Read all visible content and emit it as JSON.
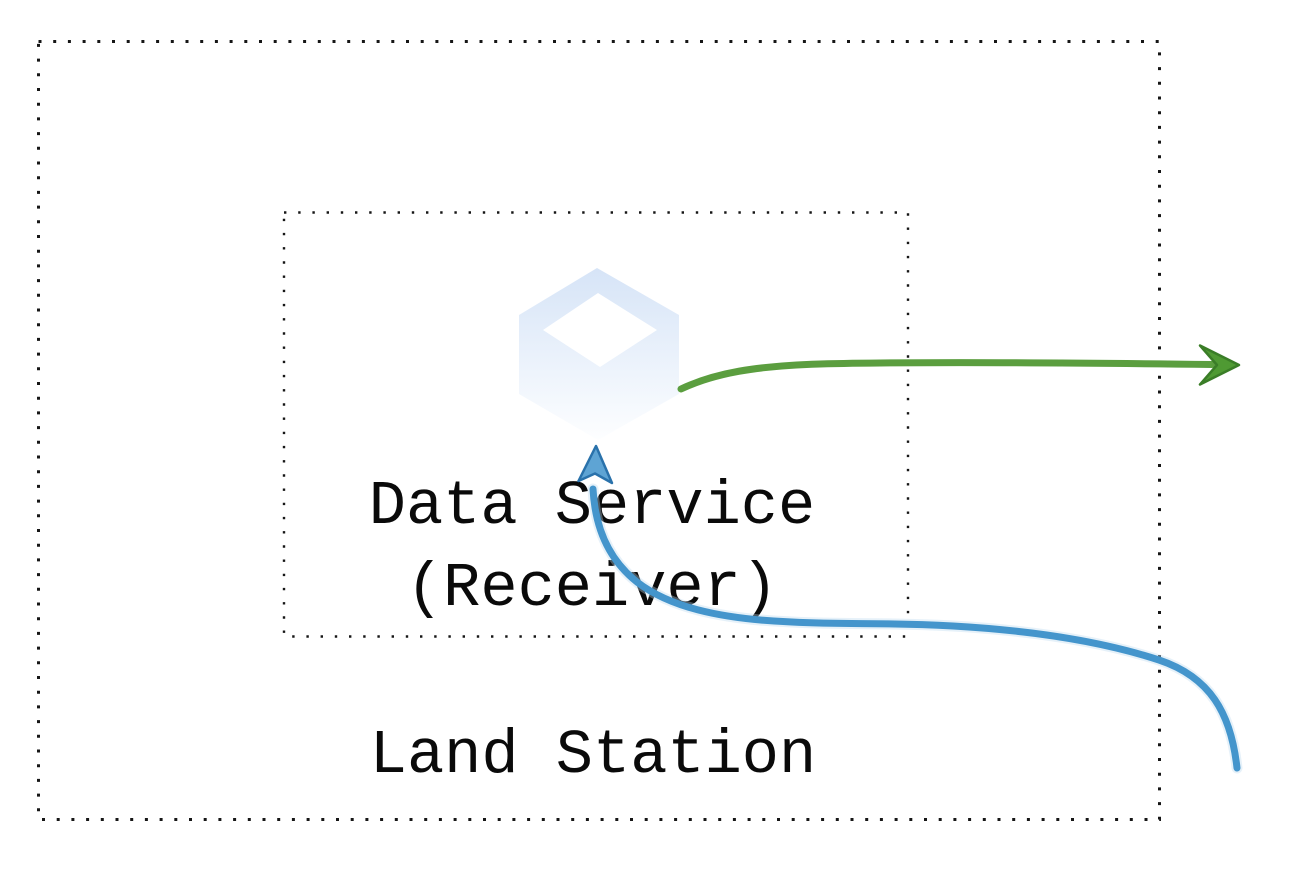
{
  "diagram": {
    "outer_box": {
      "label": "Land Station"
    },
    "inner_box": {
      "label_line1": "Data Service",
      "label_line2": "(Receiver)"
    },
    "icons": {
      "service_icon": "cube-icon"
    },
    "arrows": {
      "outbound": {
        "name": "green-right-arrow",
        "direction": "right"
      },
      "inbound": {
        "name": "blue-curved-up-arrow",
        "direction": "up"
      }
    }
  },
  "colors": {
    "background": "#ffffff",
    "border_dots": "#161616",
    "label_text": "#0a0a0a",
    "green_arrow": "#5b9e3f",
    "green_arrow_head_fill": "#4f9a33",
    "green_arrow_head_edge": "#3a7d27",
    "blue_arrow": "#4495cc",
    "blue_arrow_halo": "#bcd9ee",
    "blue_arrow_head_fill": "#5ea4d4",
    "blue_arrow_head_edge": "#2a72ab",
    "cube_gradient_top": "#d6e4f7",
    "cube_gradient_bottom": "#fdfeff",
    "cube_top_face": "#ffffff"
  }
}
